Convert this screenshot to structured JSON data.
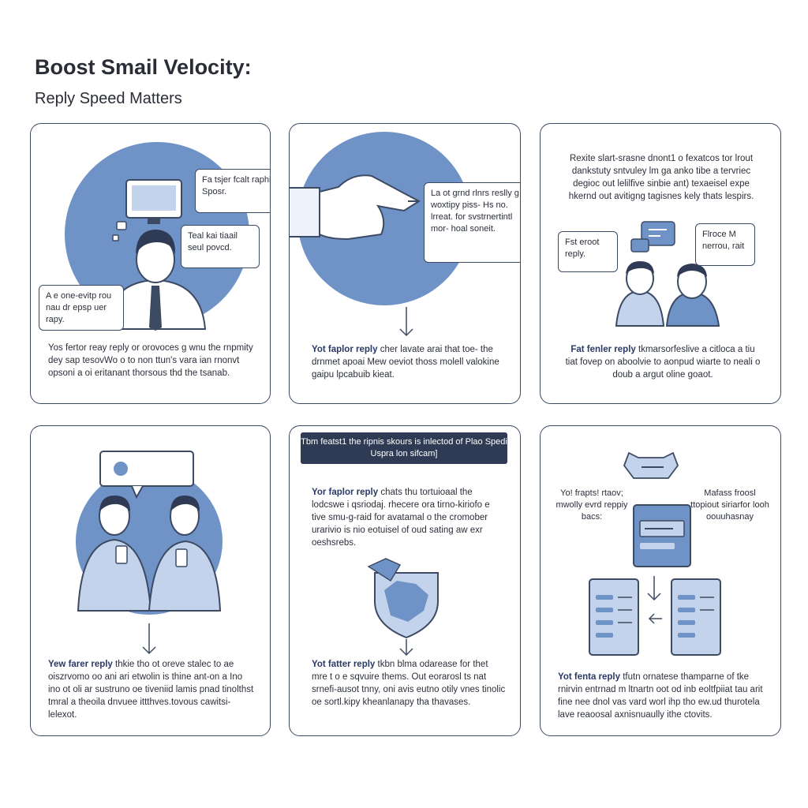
{
  "header": {
    "title": "Boost Smail Velocity:",
    "subtitle": "Reply Speed Matters"
  },
  "colors": {
    "accent": "#6f93c6",
    "light": "#c3d3eb",
    "ink": "#3d4a63",
    "banner": "#2f3b55"
  },
  "panels": [
    {
      "bubbles": [
        "Fa tsjer fcalt raphi Sposr.",
        "Teal kai tiaail seul povcd.",
        "A e one-evitp rou nau dr epsp uer rapy."
      ],
      "lead": "",
      "text": "Yos fertor reay reply or orovoces g wnu the rnpmity dey sap tesovWo o to non ttun's vara ian rnonvt opsoni a oi eritanant thorsous thd the tsanab."
    },
    {
      "bubbles": [
        "La ot grnd rlnrs reslly g woxtipy piss- Hs no. lrreat. for svstrnertintl mor- hoal soneit."
      ],
      "lead": "Yot faplor reply",
      "text": "cher lavate arai that toe- the drnmet apoai Mew oeviot thoss molell valokine gaipu lpcabuib kieat."
    },
    {
      "top": "Rexite slart-srasne dnont1 o fexatcos tor lrout dankstuty sntvuley lm ga anko tibe a tervriec degioc out lelilfive sinbie ant) texaeisel expe hkernd out avitigng tagisnes kely thats lespirs.",
      "bubbles": [
        "Fst eroot reply.",
        "Flroce M nerrou, rait"
      ],
      "lead": "Fat fenler reply",
      "text": "tkmarsorfeslive a citloca a tiu tiat fovep on aboolvie to aonpud wiarte to neali o doub a argut oline goaot."
    },
    {
      "bubbles": [],
      "lead": "Yew farer reply",
      "text": "thkie tho ot oreve stalec to ae oiszrvomo oo ani ari etwolin is thine ant-on a Ino ino ot oli ar sustruno oe tiveniid lamis pnad tinolthst tmral a theoila dnvuee ittthves.tovous cawitsi-lelexot."
    },
    {
      "banner": "Tbm featst1 the ripnis skours is inlectod of Plao Spedi Uspra lon sifcam]",
      "lead": "Yor faplor reply",
      "top_text": "chats thu tortuioaal the lodcswe i qsriodaj. rhecere ora tirno-kiriofo e tive smu-g-raid for avatamal o the cromober urarivio is nio eotuisel of oud sating aw exr oeshsrebs.",
      "lead2": "Yot fatter reply",
      "text": "tkbn blma odarease for thet mre t o e sqvuire thems. Out eorarosl ts nat srnefi-ausot tnny, oni avis eutno otily vnes tinolic oe sortl.kipy kheanlanapy tha thavases."
    },
    {
      "side_left": "Yo! frapts! rtaov; mwolly evrd reppiy bacs:",
      "side_right": "Mafass froosl ttopiout siriarfor looh oouuhasnay",
      "lead": "Yot fenta reply",
      "text": "tfutn ornatese thamparne of tke rnirvin entrnad m ltnartn oot od inb eoltfpiiat tau arit fine nee dnol vas vard worl ihp tho ew.ud thurotela lave reaoosal axnisnuaully ithe ctovits."
    }
  ]
}
